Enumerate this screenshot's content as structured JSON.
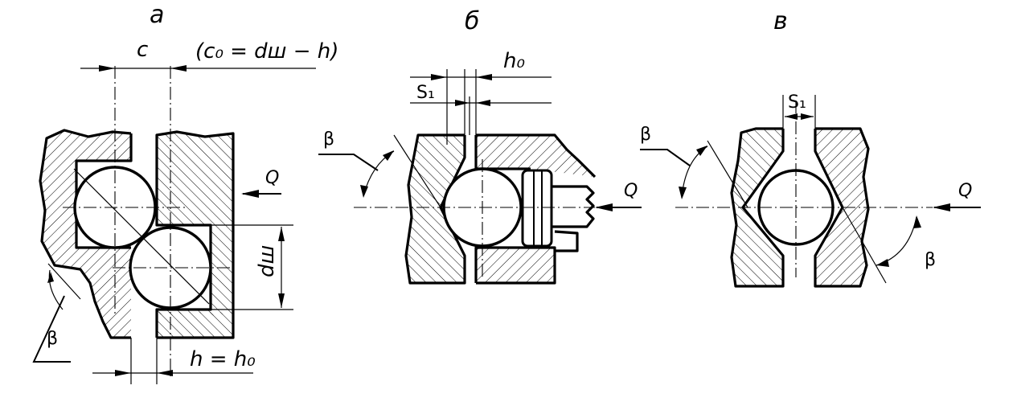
{
  "diagrams": {
    "a": {
      "title": "а",
      "label_c": "c",
      "label_c0": "(c₀ = dш − h)",
      "label_q": "Q",
      "label_dsh": "dш",
      "label_h": "h = h₀",
      "label_beta": "β"
    },
    "b": {
      "title": "б",
      "label_s1": "S₁",
      "label_h0": "h₀",
      "label_beta": "β",
      "label_q": "Q"
    },
    "v": {
      "title": "в",
      "label_s1": "S₁",
      "label_beta_left": "β",
      "label_beta_right": "β",
      "label_q": "Q"
    }
  }
}
